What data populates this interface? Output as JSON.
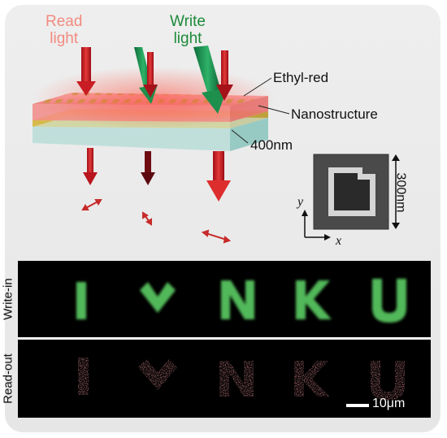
{
  "schematic": {
    "read_light_line1": "Read",
    "read_light_line2": "light",
    "write_light_line1": "Write",
    "write_light_line2": "light",
    "layer_ethyl_red": "Ethyl-red",
    "layer_nanostructure": "Nanostructure",
    "layer_thickness": "400nm"
  },
  "sem_inset": {
    "size_label": "300nm",
    "axis_x": "x",
    "axis_y": "y"
  },
  "strips": {
    "write_in_label": "Write-in",
    "read_out_label": "Read-out",
    "letters": [
      "I",
      "♥",
      "N",
      "K",
      "U"
    ],
    "scale_bar_label": "10μm"
  },
  "colors": {
    "read_red": "#d9212a",
    "write_green": "#52c25a",
    "readout_pink": "#ff5a66",
    "panel_bg": "#eeeeee"
  }
}
